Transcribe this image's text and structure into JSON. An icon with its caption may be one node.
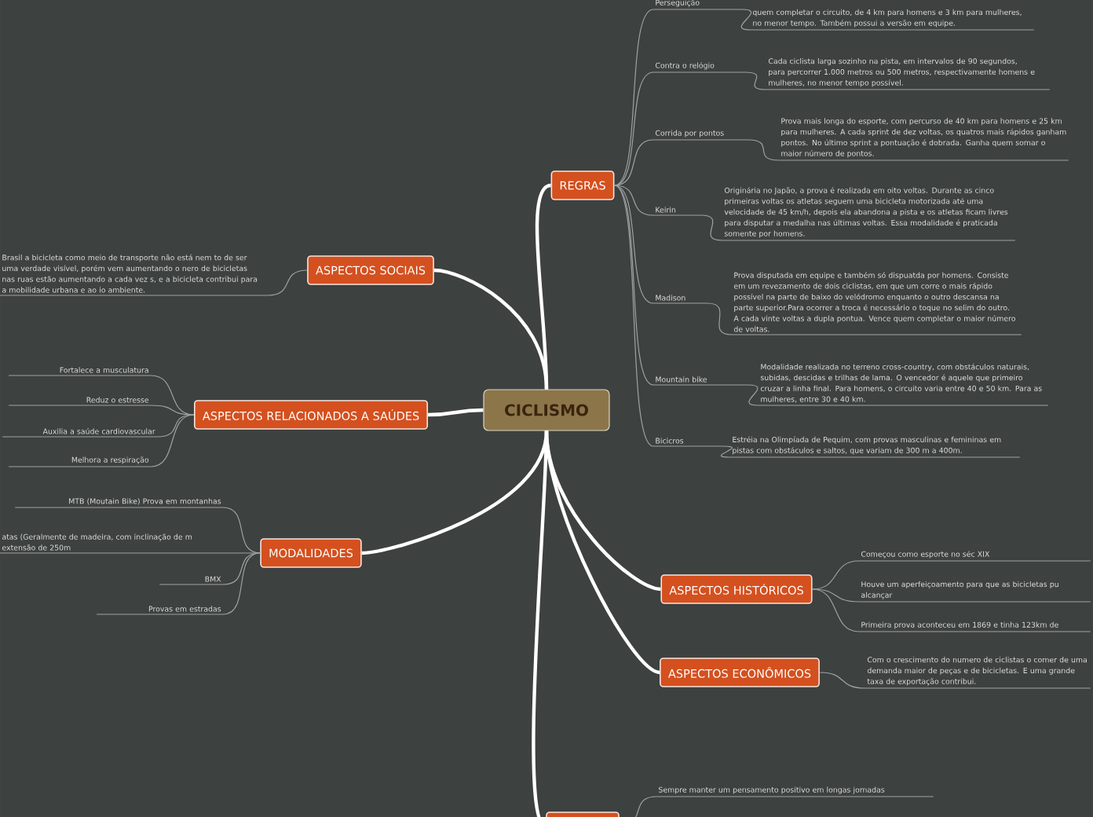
{
  "diagram": {
    "nodes": [
      {
        "text": [
          "CICLISMO"
        ]
      },
      {
        "text": [
          "REGRAS"
        ]
      },
      {
        "text": [
          "ASPECTOS SOCIAIS"
        ]
      },
      {
        "text": [
          "ASPECTOS RELACIONADOS A SAÚDES"
        ]
      },
      {
        "text": [
          "MODALIDADES"
        ]
      },
      {
        "text": [
          "ASPECTOS HISTÓRICOS"
        ]
      },
      {
        "text": [
          "ASPECTOS ECONÔMICOS"
        ]
      },
      {
        "text": [],
        "shape": "box"
      },
      {
        "text": [
          "Perseguição"
        ]
      },
      {
        "text": [
          "Contra o relógio"
        ]
      },
      {
        "text": [
          "Corrida por pontos"
        ]
      },
      {
        "text": [
          "Keirin"
        ]
      },
      {
        "text": [
          "Madison"
        ]
      },
      {
        "text": [
          "Mountain bike"
        ]
      },
      {
        "text": [
          "Bicicros"
        ]
      },
      {
        "text": [
          "quem completar o circuito, de 4 km para homens e 3 km para mulheres, no menor tempo. Também possui a versão em equipe."
        ]
      },
      {
        "text": [
          "Cada ciclista larga sozinho na pista, em intervalos de 90 segundos, para percorrer 1.000 metros ou 500 metros, respectivamente homens e mulheres, no menor tempo possível."
        ]
      },
      {
        "text": [
          "Prova mais longa do esporte, com percurso de 40 km para homens e 25 km para mulheres. A cada sprint de dez voltas, os quatros mais rápidos ganham pontos. No último sprint a pontuação é dobrada. Ganha quem somar o maior número de pontos."
        ]
      },
      {
        "text": [
          "Originária no Japão, a prova é realizada em oito voltas. Durante as cinco primeiras voltas os atletas seguem uma bicicleta motorizada até uma velocidade de 45 km/h, depois ela abandona a pista e os atletas ficam livres para disputar a medalha nas últimas voltas. Essa modalidade é praticada somente por homens."
        ]
      },
      {
        "text": [
          "Prova disputada em equipe e também só dispuatda por homens. Consiste em um revezamento de dois ciclistas, em que um corre o mais rápido possível na parte de baixo do velódromo enquanto o outro descansa na parte superior.Para ocorrer a troca é necessário o toque no selim do outro. A cada vinte voltas a dupla pontua. Vence quem completar o maior número de voltas."
        ]
      },
      {
        "text": [
          "Modalidade realizada no terreno cross-country, com obstáculos naturais, subidas, descidas e trilhas de lama. O vencedor é aquele que primeiro cruzar a linha final. Para homens, o circuito varia entre 40 e 50 km. Para as mulheres, entre 30 e 40 km."
        ]
      },
      {
        "text": [
          "Estréia na Olimpíada de Pequim, com provas masculinas e femininas em pistas com obstáculos e saltos, que variam de 300 m a 400m."
        ]
      },
      {
        "text": [
          "Brasil a bicicleta como meio de transporte não está nem to de ser uma verdade visível, porém vem aumentando o nero de bicicletas nas ruas estão aumentando a cada vez s, e a bicicleta contribui para a mobilidade urbana e ao io ambiente."
        ]
      },
      {
        "text": [
          "Fortalece a musculatura"
        ]
      },
      {
        "text": [
          "Reduz o estresse"
        ]
      },
      {
        "text": [
          "Auxilia a saúde cardiovascular"
        ]
      },
      {
        "text": [
          "Melhora a respiração"
        ]
      },
      {
        "text": [
          "MTB (Moutain Bike) Prova em montanhas"
        ]
      },
      {
        "text": [
          "atas (Geralmente de madeira, com inclinação de m extensão de 250m"
        ]
      },
      {
        "text": [
          "BMX"
        ]
      },
      {
        "text": [
          "Provas em estradas"
        ]
      },
      {
        "text": [
          "Começou como esporte no séc XIX"
        ]
      },
      {
        "text": [
          "Houve um aperfeiçoamento para que as bicicletas pu alcançar"
        ]
      },
      {
        "text": [
          "Primeira prova aconteceu em 1869 e tinha 123km de"
        ]
      },
      {
        "text": [
          "Com o crescimento do numero de ciclistas o comer de uma demanda maior de peças e de bicicletas. E uma grande taxa de exportação contribui."
        ]
      },
      {
        "text": [
          "Sempre manter um pensamento positivo em longas jornadas"
        ]
      }
    ],
    "edges": [
      {
        "from": 0,
        "to": 1,
        "arrow": "none",
        "style": "thick",
        "color": "#ffffff"
      },
      {
        "from": 0,
        "to": 2,
        "arrow": "none",
        "style": "thick",
        "color": "#ffffff"
      },
      {
        "from": 0,
        "to": 3,
        "arrow": "none",
        "style": "thick",
        "color": "#ffffff"
      },
      {
        "from": 0,
        "to": 4,
        "arrow": "none",
        "style": "thick",
        "color": "#ffffff"
      },
      {
        "from": 0,
        "to": 5,
        "arrow": "none",
        "style": "thick",
        "color": "#ffffff"
      },
      {
        "from": 0,
        "to": 6,
        "arrow": "none",
        "style": "thick",
        "color": "#ffffff"
      },
      {
        "from": 0,
        "to": 7,
        "arrow": "none",
        "style": "thick",
        "color": "#ffffff"
      },
      {
        "from": 1,
        "to": 8,
        "arrow": "none"
      },
      {
        "from": 1,
        "to": 9,
        "arrow": "none"
      },
      {
        "from": 1,
        "to": 10,
        "arrow": "none"
      },
      {
        "from": 1,
        "to": 11,
        "arrow": "none"
      },
      {
        "from": 1,
        "to": 12,
        "arrow": "none"
      },
      {
        "from": 1,
        "to": 13,
        "arrow": "none"
      },
      {
        "from": 1,
        "to": 14,
        "arrow": "none"
      },
      {
        "from": 8,
        "to": 15,
        "arrow": "none"
      },
      {
        "from": 9,
        "to": 16,
        "arrow": "none"
      },
      {
        "from": 10,
        "to": 17,
        "arrow": "none"
      },
      {
        "from": 11,
        "to": 18,
        "arrow": "none"
      },
      {
        "from": 12,
        "to": 19,
        "arrow": "none"
      },
      {
        "from": 13,
        "to": 20,
        "arrow": "none"
      },
      {
        "from": 14,
        "to": 21,
        "arrow": "none"
      },
      {
        "from": 2,
        "to": 22,
        "arrow": "none"
      },
      {
        "from": 3,
        "to": 23,
        "arrow": "none"
      },
      {
        "from": 3,
        "to": 24,
        "arrow": "none"
      },
      {
        "from": 3,
        "to": 25,
        "arrow": "none"
      },
      {
        "from": 3,
        "to": 26,
        "arrow": "none"
      },
      {
        "from": 4,
        "to": 27,
        "arrow": "none"
      },
      {
        "from": 4,
        "to": 28,
        "arrow": "none"
      },
      {
        "from": 4,
        "to": 29,
        "arrow": "none"
      },
      {
        "from": 4,
        "to": 30,
        "arrow": "none"
      },
      {
        "from": 5,
        "to": 31,
        "arrow": "none"
      },
      {
        "from": 5,
        "to": 32,
        "arrow": "none"
      },
      {
        "from": 5,
        "to": 33,
        "arrow": "none"
      },
      {
        "from": 6,
        "to": 34,
        "arrow": "none"
      },
      {
        "from": 7,
        "to": 35,
        "arrow": "none"
      }
    ]
  }
}
